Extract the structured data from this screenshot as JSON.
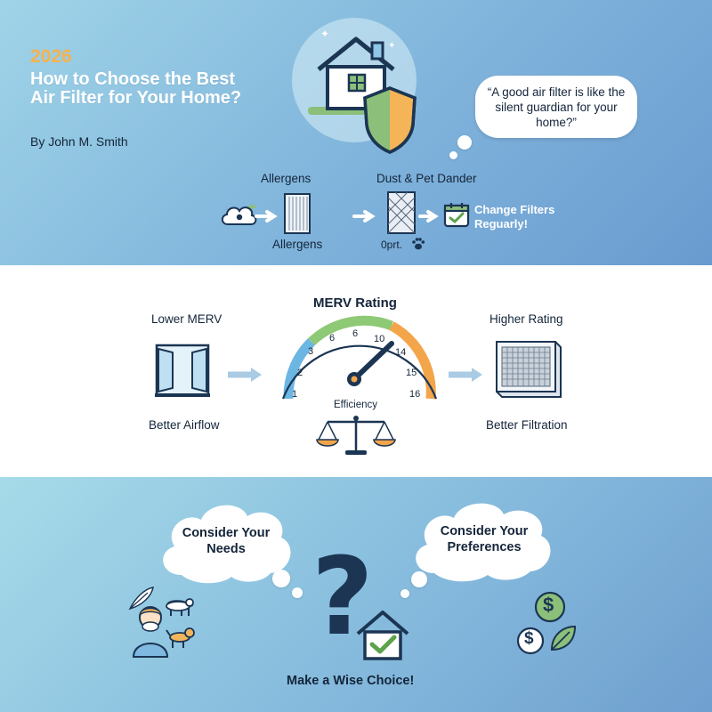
{
  "header": {
    "year": "2026",
    "title": "How to Choose the Best Air Filter for Your Home?",
    "byline": "By John M. Smith"
  },
  "quote": {
    "text": "“A good air filter is like the silent guardian for your home?”"
  },
  "flow": {
    "allergens_top": "Allergens",
    "allergens_bottom": "Allergens",
    "dust_pet": "Dust & Pet Dander",
    "oprt": "0prt.",
    "change_filters": "Change Filters Reguarly!"
  },
  "merv": {
    "title": "MERV Rating",
    "lower_label": "Lower MERV",
    "higher_label": "Higher Rating",
    "airflow_label": "Better Airflow",
    "filtration_label": "Better Filtration",
    "efficiency_label": "Efficiency",
    "ticks": [
      "1",
      "2",
      "3",
      "6",
      "6",
      "10",
      "14",
      "15",
      "16"
    ]
  },
  "choice": {
    "needs_cloud": "Consider Your Needs",
    "preferences_cloud": "Consider Your Preferences",
    "question_mark": "?",
    "dollar_top": "$",
    "dollar_bottom": "$",
    "footer": "Make a Wise Choice!"
  },
  "colors": {
    "accent_orange": "#f6b24c",
    "shield_green": "#8cc07a",
    "navy": "#1b3553",
    "gauge_blue": "#6bb6e2",
    "gauge_green": "#8ec975",
    "gauge_orange": "#f3a54a"
  },
  "icons": [
    "house-icon",
    "shield-icon",
    "cloud-allergen-icon",
    "filter-icon",
    "pet-paw-icon",
    "calendar-check-icon",
    "window-icon",
    "gauge-icon",
    "scale-icon",
    "question-mark-icon",
    "home-check-icon",
    "dollar-icon",
    "leaf-icon",
    "person-sneezing-icon",
    "dog-icon",
    "feather-icon"
  ]
}
